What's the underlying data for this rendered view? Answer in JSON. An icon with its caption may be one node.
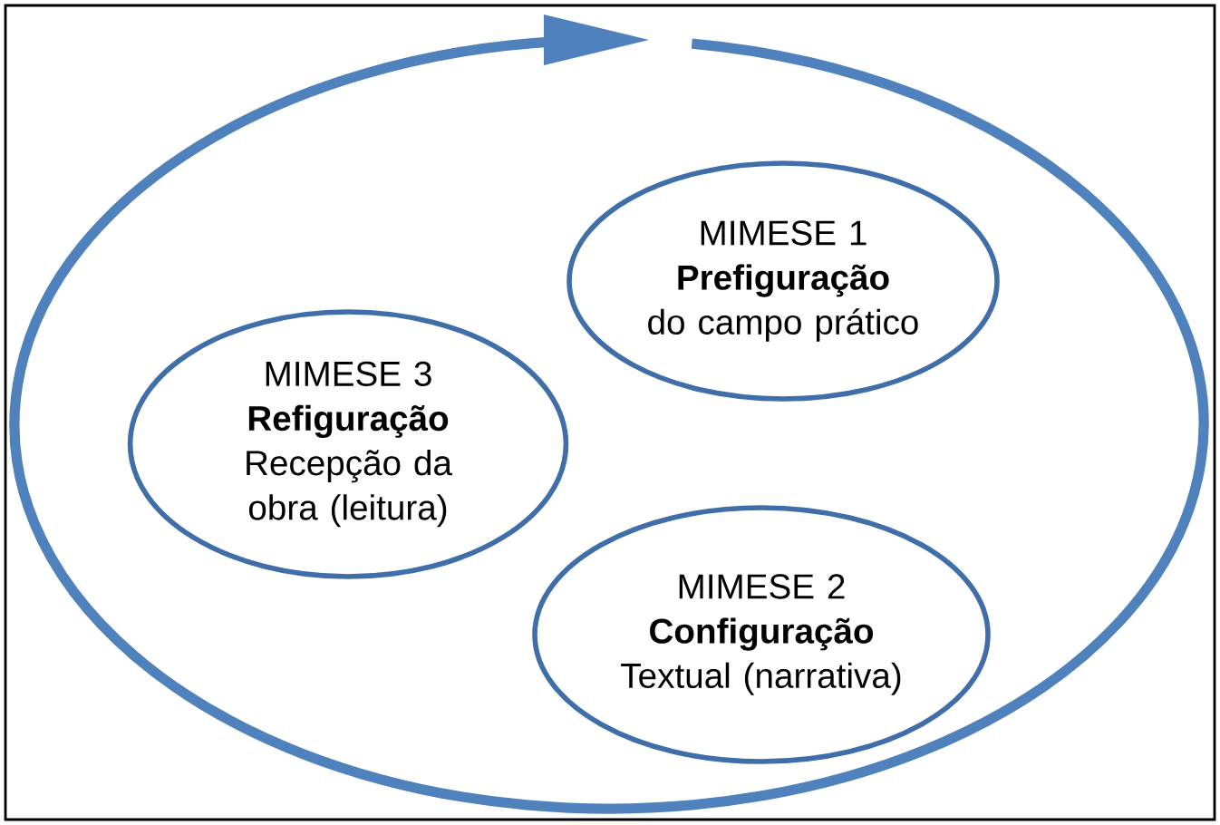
{
  "diagram": {
    "nodes": [
      {
        "text": [
          "MIMESE 1",
          "Prefiguração",
          "do campo prático"
        ]
      },
      {
        "text": [
          "MIMESE 3",
          "Refiguração",
          "Recepção da obra (leitura)"
        ]
      },
      {
        "text": [
          "MIMESE 2",
          "Configuração",
          "Textual (narrativa)"
        ]
      }
    ]
  }
}
